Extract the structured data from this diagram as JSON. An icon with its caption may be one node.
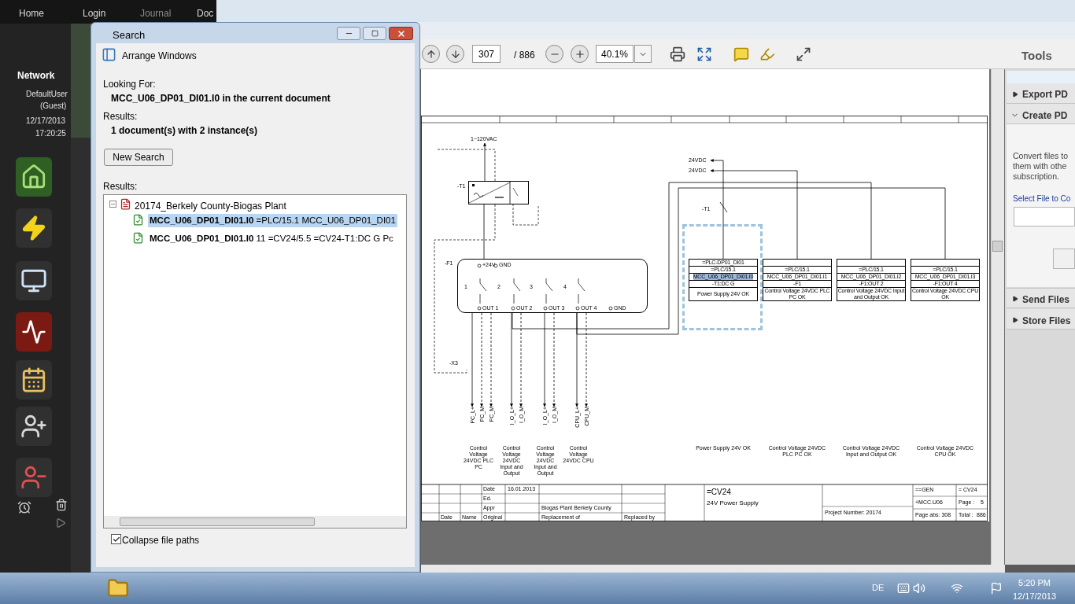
{
  "diagram": {
    "nodes": [
      {
        "text": [],
        "shape": "box",
        "beside": [
          "-T1"
        ]
      },
      {
        "text": [
          "+24V",
          "GND",
          "1",
          "2",
          "3",
          "4",
          "OUT 1",
          "OUT 2",
          "OUT 3",
          "OUT 4",
          "GND"
        ],
        "beside": [
          "-F1"
        ]
      },
      {
        "text": [
          "=PLC-DP01_DI01",
          "=PLC/15.1",
          "MCC_U06_DP01_DI01.I0",
          "-T1:DC G",
          "Power Supply 24V OK"
        ]
      },
      {
        "text": [
          "=PLC/15.1",
          "MCC_U06_DP01_DI01.I1",
          "-F1",
          "Control Voltage 24VDC PLC PC OK"
        ]
      },
      {
        "text": [
          "=PLC/15.1",
          "MCC_U06_DP01_DI01.I2",
          "-F1:OUT 2",
          "Control Voltage 24VDC Input and Output OK"
        ]
      },
      {
        "text": [
          "=PLC/15.1",
          "MCC_U06_DP01_DI01.I3",
          "-F1:OUT 4",
          "Control Voltage 24VDC CPU OK"
        ]
      },
      {
        "text": [
          "24VDC"
        ]
      },
      {
        "text": [
          "24VDC"
        ]
      },
      {
        "text": [
          "1~120VAC"
        ]
      },
      {
        "text": [
          "PC_L+"
        ]
      },
      {
        "text": [
          "PC_M"
        ]
      },
      {
        "text": [
          "PC_M"
        ]
      },
      {
        "text": [
          "I_O_L+"
        ]
      },
      {
        "text": [
          "I_O_M"
        ]
      },
      {
        "text": [
          "I_O_L+"
        ]
      },
      {
        "text": [
          "I_O_M"
        ]
      },
      {
        "text": [
          "CPU_L+"
        ]
      },
      {
        "text": [
          "CPU_M"
        ]
      }
    ],
    "edges": [
      {
        "from": 0,
        "to": 8,
        "arrow": "to"
      },
      {
        "from": 0,
        "to": 1,
        "arrow": "none"
      },
      {
        "from": 2,
        "to": 6,
        "arrow": "to"
      },
      {
        "from": 3,
        "to": 7,
        "arrow": "to"
      },
      {
        "from": 1,
        "to": 4,
        "arrow": "none"
      },
      {
        "from": 1,
        "to": 5,
        "arrow": "none"
      },
      {
        "from": 1,
        "to": 9,
        "arrow": "to"
      },
      {
        "from": 1,
        "to": 10,
        "arrow": "to",
        "style": "dashed"
      },
      {
        "from": 1,
        "to": 11,
        "arrow": "to",
        "style": "dashed"
      },
      {
        "from": 1,
        "to": 12,
        "arrow": "to"
      },
      {
        "from": 1,
        "to": 13,
        "arrow": "to",
        "style": "dashed"
      },
      {
        "from": 1,
        "to": 14,
        "arrow": "to"
      },
      {
        "from": 1,
        "to": 15,
        "arrow": "to",
        "style": "dashed"
      },
      {
        "from": 1,
        "to": 16,
        "arrow": "to"
      },
      {
        "from": 1,
        "to": 17,
        "arrow": "to",
        "style": "dashed"
      }
    ],
    "labels": [
      "Home",
      "Login",
      "Journal",
      "Doc",
      "Network",
      "DefaultUser",
      "(Guest)",
      "12/17/2013",
      "17:20:25",
      "Search",
      "Arrange Windows",
      "Looking For:",
      "MCC_U06_DP01_DI01.I0 in the current document",
      "Results:",
      "1 document(s) with 2 instance(s)",
      "New Search",
      "Results:",
      "20174_Berkely County-Biogas Plant",
      "**MCC_U06_DP01_DI01.I0** =PLC/15.1 MCC_U06_DP01_DI01",
      "**MCC_U06_DP01_DI01.I0** 11 =CV24/5.5 =CV24-T1:DC G Pc",
      "Collapse file paths",
      "307",
      "/ 886",
      "40.1%",
      "Tools",
      "Export PD",
      "Create PD",
      "Convert files to them with othe subscription.",
      "Select File to Co",
      "Send Files",
      "Store Files",
      "-T1",
      "-X3",
      "Control Voltage 24VDC PLC PC",
      "Control Voltage 24VDC Input and Output",
      "Control Voltage 24VDC Input and Output",
      "Control Voltage 24VDC CPU",
      "Power Supply 24V OK",
      "Control Voltage 24VDC PLC PC OK",
      "Control Voltage 24VDC Input and Output OK",
      "Control Voltage 24VDC CPU OK",
      "Date",
      "Name",
      "Date",
      "16.01.2013",
      "Ed.",
      "Appr",
      "Original",
      "Biogas Plant Berkely County",
      "Replacement of",
      "Replaced by",
      "=CV24",
      "24V Power Supply",
      "Project Number: 20174",
      "==GEN",
      "= CV24",
      "+MCC.U06",
      "Page :",
      "5",
      "Page abs: 308",
      "Total :",
      "886",
      "DE",
      "5:20 PM",
      "12/17/2013"
    ]
  }
}
